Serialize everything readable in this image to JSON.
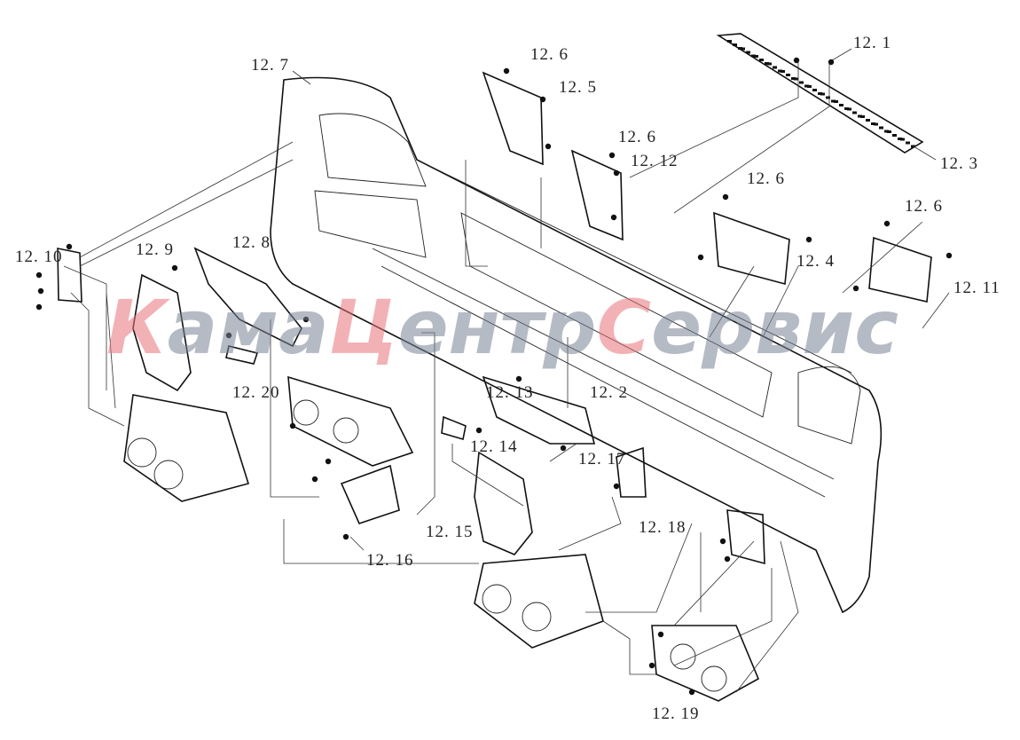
{
  "diagram": {
    "title": "Front bumper assembly exploded view",
    "labels": [
      {
        "id": "l1",
        "text": "12. 1"
      },
      {
        "id": "l3",
        "text": "12. 3"
      },
      {
        "id": "l7",
        "text": "12. 7"
      },
      {
        "id": "l6a",
        "text": "12. 6"
      },
      {
        "id": "l5",
        "text": "12. 5"
      },
      {
        "id": "l6b",
        "text": "12. 6"
      },
      {
        "id": "l12",
        "text": "12. 12"
      },
      {
        "id": "l6c",
        "text": "12. 6"
      },
      {
        "id": "l6d",
        "text": "12. 6"
      },
      {
        "id": "l4",
        "text": "12. 4"
      },
      {
        "id": "l11",
        "text": "12. 11"
      },
      {
        "id": "l10",
        "text": "12. 10"
      },
      {
        "id": "l9",
        "text": "12. 9"
      },
      {
        "id": "l8",
        "text": "12. 8"
      },
      {
        "id": "l20",
        "text": "12. 20"
      },
      {
        "id": "l13",
        "text": "12. 13"
      },
      {
        "id": "l2",
        "text": "12. 2"
      },
      {
        "id": "l14",
        "text": "12. 14"
      },
      {
        "id": "l17",
        "text": "12. 17"
      },
      {
        "id": "l15",
        "text": "12. 15"
      },
      {
        "id": "l18",
        "text": "12. 18"
      },
      {
        "id": "l16",
        "text": "12. 16"
      },
      {
        "id": "l19",
        "text": "12. 19"
      }
    ],
    "watermark": {
      "parts": [
        "К",
        "ама",
        "Ц",
        "ентр",
        "С",
        "ервис"
      ],
      "accent": "#e8757a",
      "gray": "#7a8496"
    }
  }
}
